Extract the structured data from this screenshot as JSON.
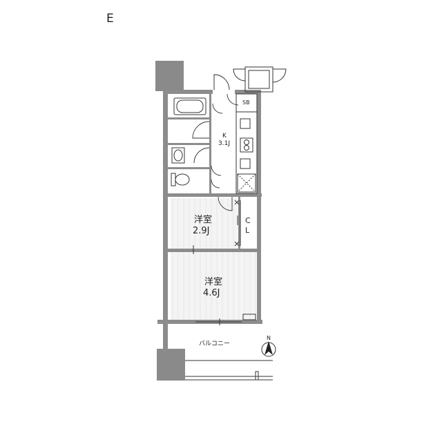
{
  "unit_label": "E",
  "rooms": {
    "kitchen": {
      "name": "K",
      "size": "3.1J"
    },
    "bedroom_small": {
      "name": "洋室",
      "size": "2.9J"
    },
    "bedroom_large": {
      "name": "洋室",
      "size": "4.6J"
    },
    "closet": {
      "line1": "C",
      "line2": "L"
    },
    "shoebox": "SB",
    "balcony": "バルコニー"
  },
  "compass": {
    "label": "N"
  },
  "colors": {
    "wall": "#8c8c8c",
    "pillar": "#8a8a8a",
    "line": "#333333",
    "floor": "#f4f4f4",
    "text": "#222222"
  }
}
